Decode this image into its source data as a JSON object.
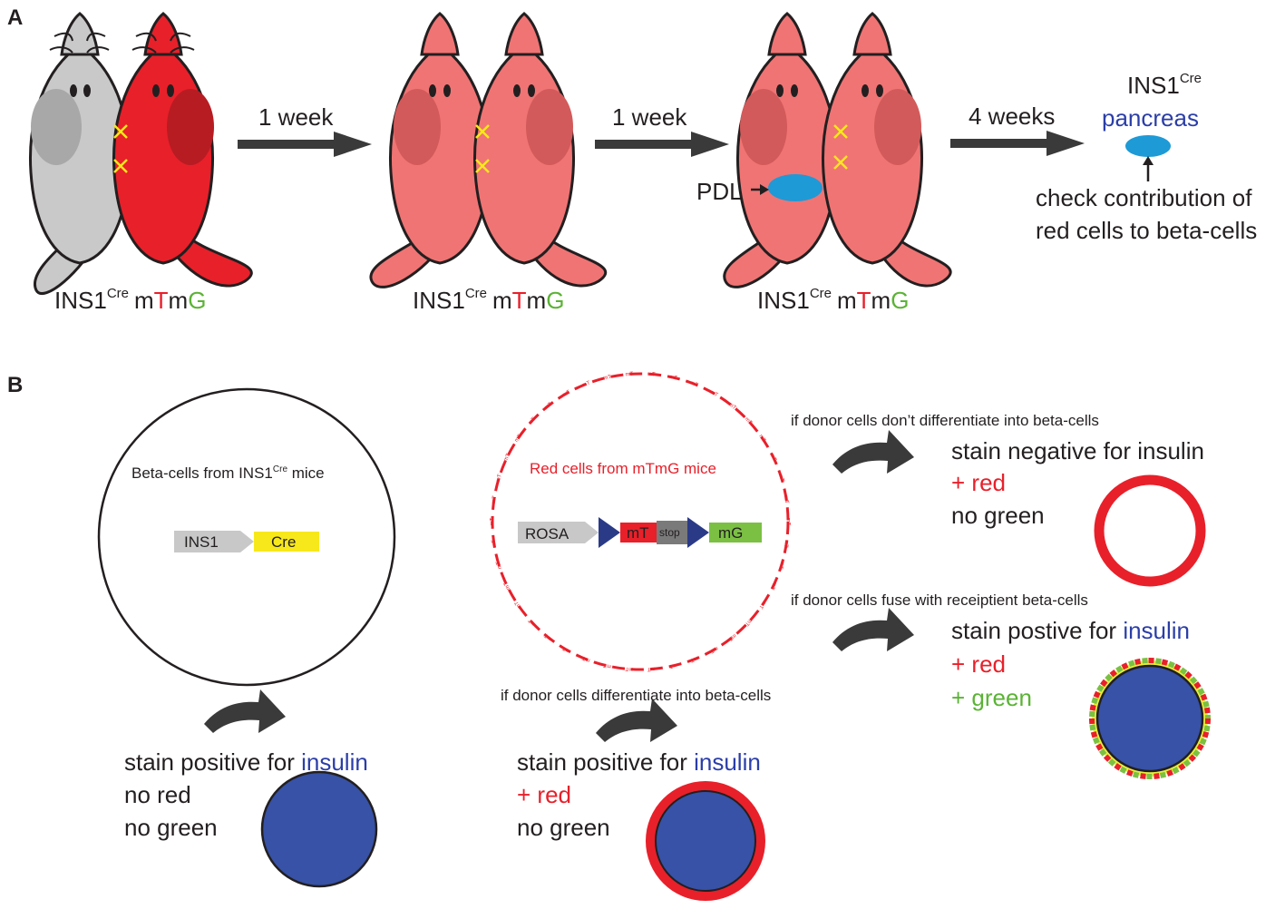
{
  "colors": {
    "red": "#e8202a",
    "insulin_blue": "#2b3ea8",
    "cell_blue": "#3752a6",
    "green": "#5bb335",
    "pdl_blue": "#1e9ad6",
    "arrow_dark": "#3a3a3a",
    "mouse_grey": "#c9c9c9",
    "mouse_pink": "#f07474",
    "cre_yellow": "#f7e81b",
    "promoter_grey": "#c8c8c8",
    "loxp_navy": "#2a3a87"
  },
  "panelA": {
    "label": "A",
    "step1_arrow": "1 week",
    "step2_arrow": "1 week",
    "step3_arrow": "4 weeks",
    "pair_label": {
      "ins": "INS1",
      "cre_sup": "Cre",
      "m1": "m",
      "T": "T",
      "m2": "m",
      "G": "G"
    },
    "pdl_label": "PDL",
    "result_title": "INS1",
    "result_title_sup": "Cre",
    "result_organ": "pancreas",
    "check_line1": "check contribution of",
    "check_line2": "red cells to beta-cells",
    "icons": [
      "mouse-grey-icon",
      "mouse-red-icon",
      "mouse-pink-icon",
      "pancreas-icon",
      "loxp-cross-icon"
    ]
  },
  "panelB": {
    "label": "B",
    "beta_cell_caption": "Beta-cells from INS1",
    "beta_cell_caption_sup": "Cre",
    "beta_cell_caption_tail": " mice",
    "construct_ins1": "INS1",
    "construct_cre": "Cre",
    "red_cell_caption": "Red cells from mTmG mice",
    "construct_rosa": "ROSA",
    "construct_mt": "mT",
    "construct_stop": "stop",
    "construct_mg": "mG",
    "membrane_mark": "mT",
    "outcome1": {
      "line1_prefix": "stain positive for ",
      "line1_insulin": "insulin",
      "line2": "no red",
      "line3": "no green"
    },
    "condition2": "if donor cells differentiate into beta-cells",
    "outcome2": {
      "line1_prefix": "stain positive for ",
      "line1_insulin": "insulin",
      "line2": "+ red",
      "line3": "no green"
    },
    "condition3": "if donor cells don’t differentiate into beta-cells",
    "outcome3": {
      "line1": "stain negative for insulin",
      "line2": "+ red",
      "line3": "no green"
    },
    "condition4": "if donor cells fuse with receiptient beta-cells",
    "outcome4": {
      "line1_prefix": "stain postive for ",
      "line1_insulin": "insulin",
      "line2": "+ red",
      "line3": "+ green"
    },
    "icons": [
      "curved-arrow-icon",
      "loxp-triangle-icon"
    ]
  }
}
